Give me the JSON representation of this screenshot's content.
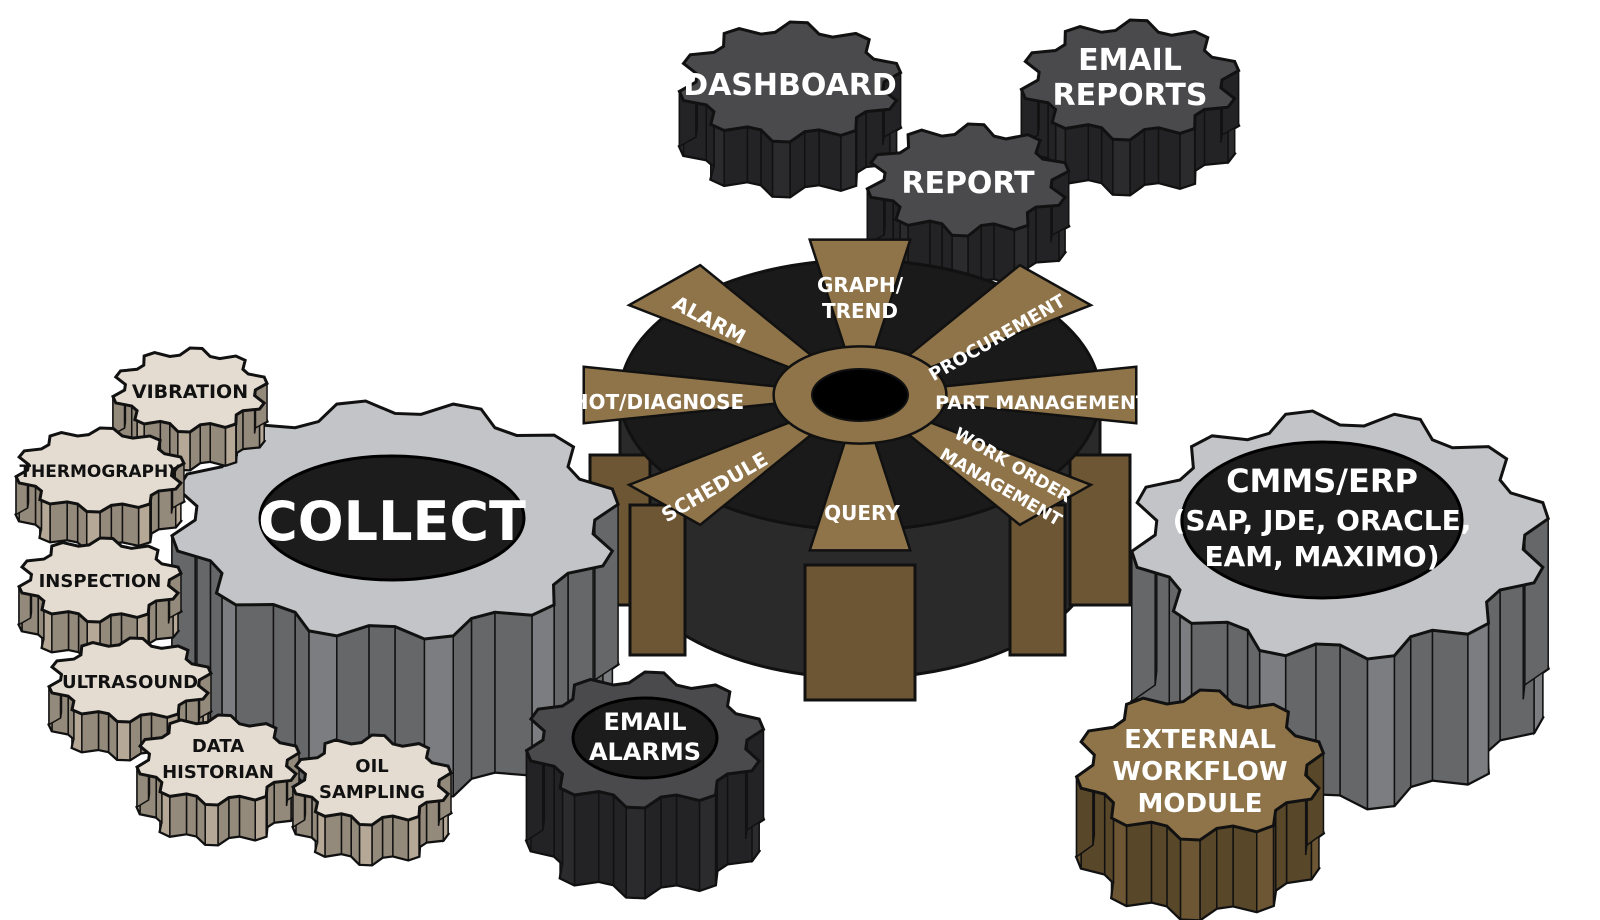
{
  "colors": {
    "dark_top": "#4a4a4c",
    "dark_side": "#2b2b2d",
    "light_top": "#c3c4c7",
    "light_side": "#7c7d80",
    "brown_top": "#8f7449",
    "brown_side": "#6d5633",
    "beige_top": "#e4dcd1",
    "beige_side": "#b5a896",
    "outline": "#111111",
    "pill": "#1c1c1c"
  },
  "top_gears": {
    "dashboard": "DASHBOARD",
    "email_reports": [
      "EMAIL",
      "REPORTS"
    ],
    "report": "REPORT"
  },
  "collect": {
    "label": "COLLECT",
    "inputs": {
      "vibration": "VIBRATION",
      "thermography": "THERMOGRAPHY",
      "inspection": "INSPECTION",
      "ultrasound": "ULTRASOUND",
      "data_historian": [
        "DATA",
        "HISTORIAN"
      ],
      "oil_sampling": [
        "OIL",
        "SAMPLING"
      ]
    }
  },
  "center_wheel": {
    "spokes": {
      "graph_trend": [
        "GRAPH/",
        "TREND"
      ],
      "alarm": "ALARM",
      "procurement": "PROCUREMENT",
      "hot_diagnose": "HOT/DIAGNOSE",
      "part_management": "PART MANAGEMENT",
      "schedule": "SCHEDULE",
      "query": "QUERY",
      "work_order_management": [
        "WORK ORDER",
        "MANAGEMENT"
      ]
    }
  },
  "email_alarms": [
    "EMAIL",
    "ALARMS"
  ],
  "cmms": {
    "label": [
      "CMMS/ERP",
      "(SAP, JDE, ORACLE,",
      "EAM, MAXIMO)"
    ]
  },
  "external_workflow": [
    "EXTERNAL",
    "WORKFLOW",
    "MODULE"
  ]
}
